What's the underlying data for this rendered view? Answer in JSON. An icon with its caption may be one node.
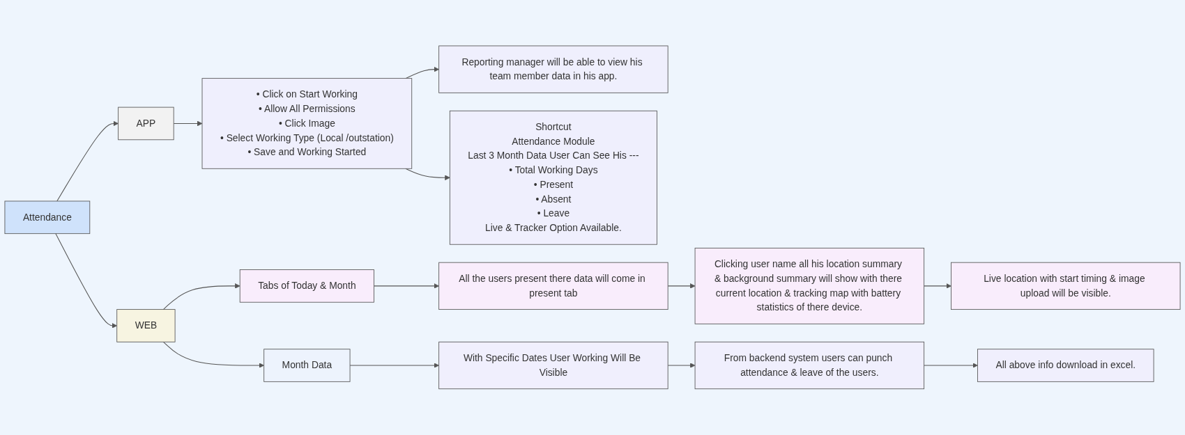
{
  "diagram": {
    "nodes": [
      {
        "text": [
          "Attendance"
        ]
      },
      {
        "text": [
          "APP"
        ]
      },
      {
        "text": [
          "WEB"
        ]
      },
      {
        "text": [
          "Month Data"
        ]
      },
      {
        "text": [
          "• Click on Start Working",
          "• Allow All Permissions",
          "• Click Image",
          "• Select Working Type (Local /outstation)",
          "• Save and Working Started"
        ]
      },
      {
        "text": [
          "Reporting manager will be able to view his team member data in his app."
        ]
      },
      {
        "text": [
          "Shortcut",
          "Attendance Module",
          "Last 3 Month Data User Can See His ---",
          "• Total Working Days",
          "• Present",
          "• Absent",
          "• Leave",
          "Live & Tracker Option Available."
        ]
      },
      {
        "text": [
          "Tabs of Today & Month"
        ]
      },
      {
        "text": [
          "All the users present there data will come in present tab"
        ]
      },
      {
        "text": [
          "Clicking user name all his location summary & background summary will show with there current location & tracking map with battery statistics of there device."
        ]
      },
      {
        "text": [
          "Live location with start timing & image upload will be visible."
        ]
      },
      {
        "text": [
          "With Specific Dates User Working Will Be Visible"
        ]
      },
      {
        "text": [
          "From backend system users can punch attendance & leave of the users."
        ]
      },
      {
        "text": [
          "All above info download in excel."
        ]
      }
    ],
    "edges": [
      {
        "from": 0,
        "to": 1,
        "arrow": "to"
      },
      {
        "from": 0,
        "to": 2,
        "arrow": "to"
      },
      {
        "from": 1,
        "to": 4,
        "arrow": "to"
      },
      {
        "from": 4,
        "to": 5,
        "arrow": "to"
      },
      {
        "from": 4,
        "to": 6,
        "arrow": "to"
      },
      {
        "from": 2,
        "to": 7,
        "arrow": "to"
      },
      {
        "from": 7,
        "to": 8,
        "arrow": "to"
      },
      {
        "from": 8,
        "to": 9,
        "arrow": "to"
      },
      {
        "from": 9,
        "to": 10,
        "arrow": "to"
      },
      {
        "from": 2,
        "to": 3,
        "arrow": "to"
      },
      {
        "from": 3,
        "to": 11,
        "arrow": "to"
      },
      {
        "from": 11,
        "to": 12,
        "arrow": "to"
      },
      {
        "from": 12,
        "to": 13,
        "arrow": "to"
      }
    ]
  }
}
